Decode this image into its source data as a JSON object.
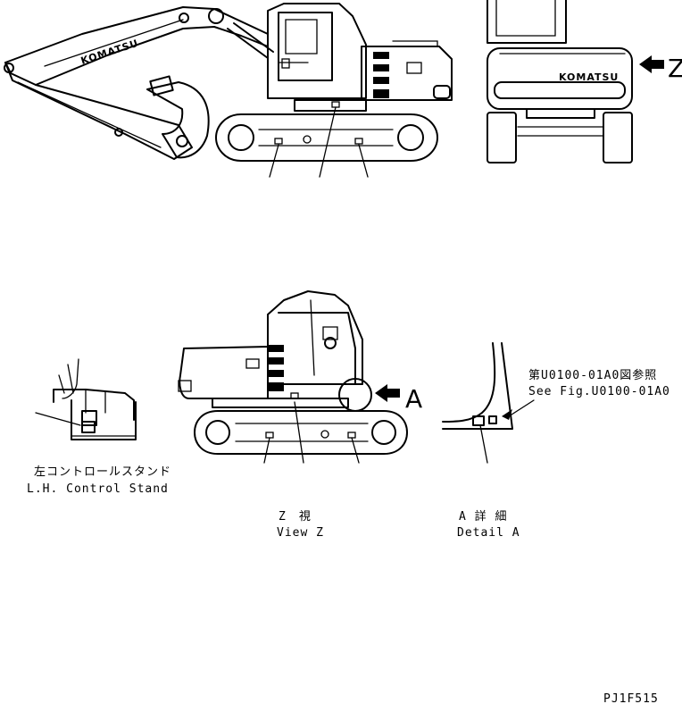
{
  "brand_logo": "KOMATSU",
  "views": {
    "z_marker": "Z",
    "a_marker": "A"
  },
  "labels": {
    "lh_stand_jp": "左コントロールスタンド",
    "lh_stand_en": "L.H. Control Stand",
    "view_z_jp": "Z　視",
    "view_z_en": "View Z",
    "detail_a_jp": "A 詳 細",
    "detail_a_en": "Detail A",
    "see_fig_jp": "第U0100-01A0図参照",
    "see_fig_en": "See Fig.U0100-01A0"
  },
  "drawing_code": "PJ1F515"
}
